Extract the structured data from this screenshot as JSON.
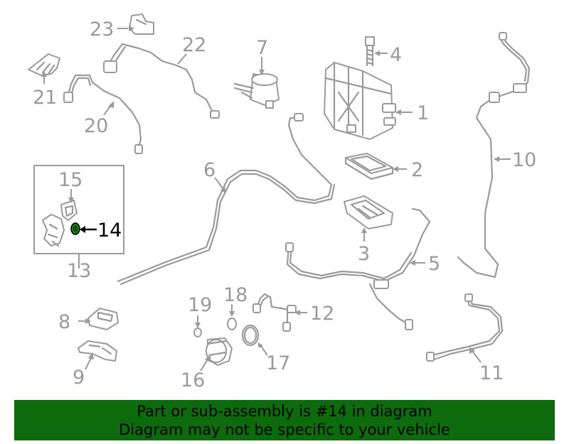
{
  "callouts": {
    "c1": "1",
    "c2": "2",
    "c3": "3",
    "c4": "4",
    "c5": "5",
    "c6": "6",
    "c7": "7",
    "c8": "8",
    "c9": "9",
    "c10": "10",
    "c11": "11",
    "c12": "12",
    "c13": "13",
    "c14": "14",
    "c15": "15",
    "c16": "16",
    "c17": "17",
    "c18": "18",
    "c19": "19",
    "c20": "20",
    "c21": "21",
    "c22": "22",
    "c23": "23"
  },
  "highlighted_part": "14",
  "colors": {
    "banner": "#0d6b0d",
    "part_lines": "#9a9a9a",
    "highlight_part": "#1a7a1a",
    "highlight_label": "#000000"
  },
  "banner": {
    "line1": "Part or sub-assembly is #14 in diagram",
    "line2": "Diagram may not be specific to your vehicle"
  }
}
